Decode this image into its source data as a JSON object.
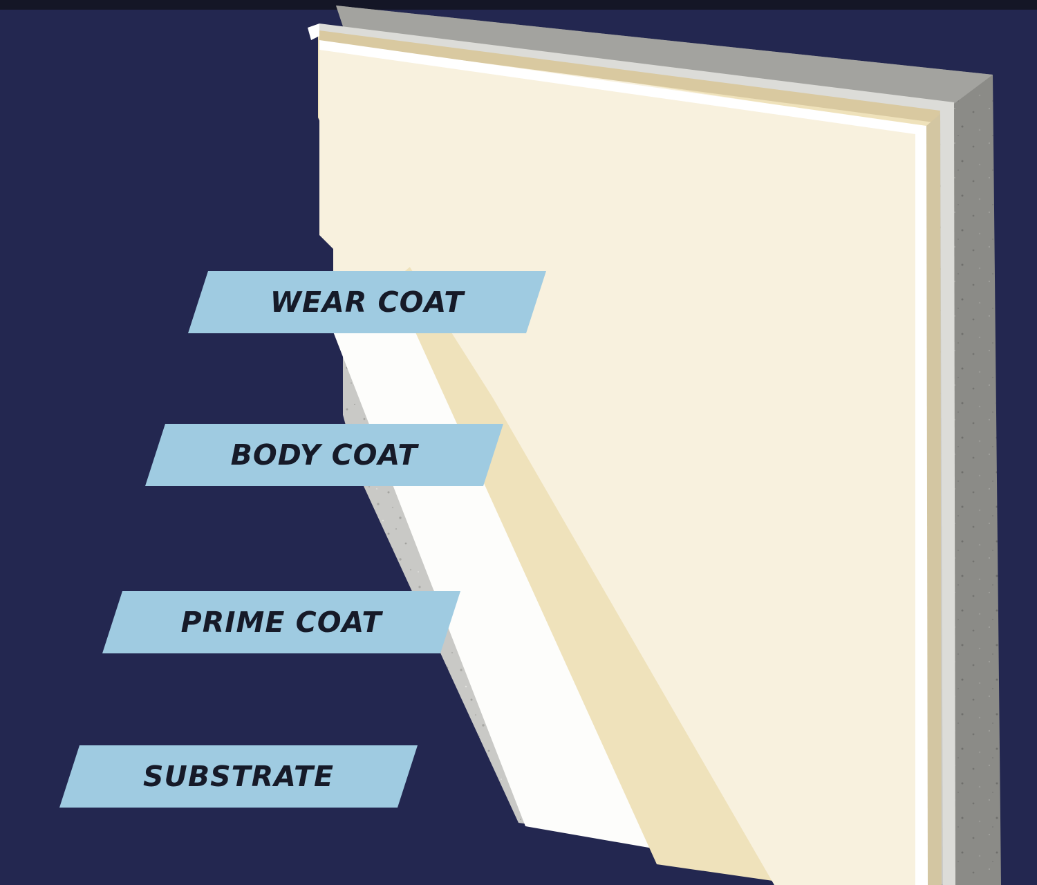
{
  "colors": {
    "background": "#232750",
    "top_bar": "#141626",
    "label_fill": "#9fcbe1",
    "label_text": "#161a28",
    "wear_coat": "#f8f1de",
    "body_coat": "#efe2bb",
    "prime_coat": "#fdfdfb",
    "substrate": "#cdcdca"
  },
  "labels": {
    "wear_coat": "WEAR COAT",
    "body_coat": "BODY COAT",
    "prime_coat": "PRIME COAT",
    "substrate": "SUBSTRATE"
  }
}
